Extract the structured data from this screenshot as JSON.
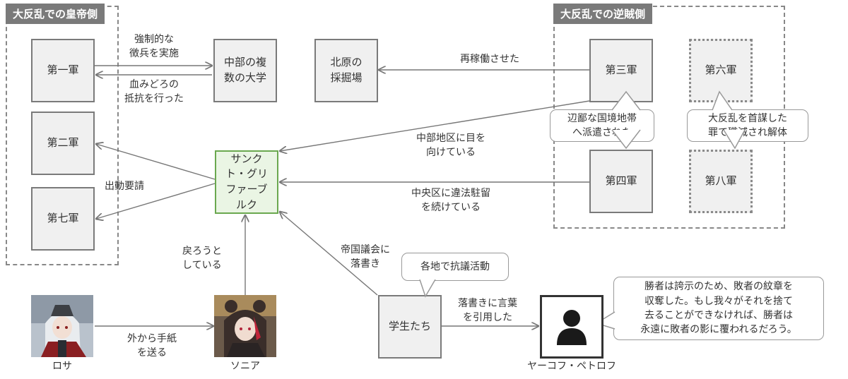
{
  "groups": {
    "imperial": "大反乱での皇帝側",
    "rebel": "大反乱での逆賊側"
  },
  "nodes": {
    "army1": "第一軍",
    "army2": "第二軍",
    "army7": "第七軍",
    "university": "中部の複\n数の大学",
    "mine": "北原の\n採掘場",
    "army3": "第三軍",
    "army4": "第四軍",
    "army6": "第六軍",
    "army8": "第八軍",
    "saint": "サンク\nト・グリ\nファーブ\nルク",
    "students": "学生たち"
  },
  "people": {
    "rosa": "ロサ",
    "sonia": "ソニア",
    "yakov": "ヤーコフ・ペトロフ"
  },
  "edges": {
    "conscription": "強制的な\n徴兵を実施",
    "resistance": "血みどろの\n抵抗を行った",
    "restart": "再稼働させた",
    "central_eye": "中部地区に目を\n向けている",
    "stationed": "中央区に違法駐留\nを続けている",
    "dispatch": "出動要請",
    "go_back": "戻ろうと\nしている",
    "letter": "外から手紙\nを送る",
    "graffiti": "帝国議会に\n落書き",
    "quote": "落書きに言葉\nを引用した"
  },
  "bubbles": {
    "frontier": "辺鄙な国境地帯\nへ派遣された",
    "dissolved": "大反乱を首謀した\n罪で殲滅され解体",
    "protest": "各地で抗議活動",
    "quote_text": "勝者は誇示のため、敗者の紋章を\n収奪した。もし我々がそれを捨て\n去ることができなければ、勝者は\n永遠に敗者の影に覆われるだろう。"
  },
  "colors": {
    "box_fill": "#f0f0f0",
    "box_border": "#7a7a7a",
    "saint_border": "#6aa84f",
    "saint_fill": "#eaf5e4",
    "group_label": "#7a7a7a",
    "arrow": "#777777"
  },
  "icons": {
    "yakov": "person-silhouette-icon",
    "rosa": "portrait-rosa",
    "sonia": "portrait-sonia"
  }
}
